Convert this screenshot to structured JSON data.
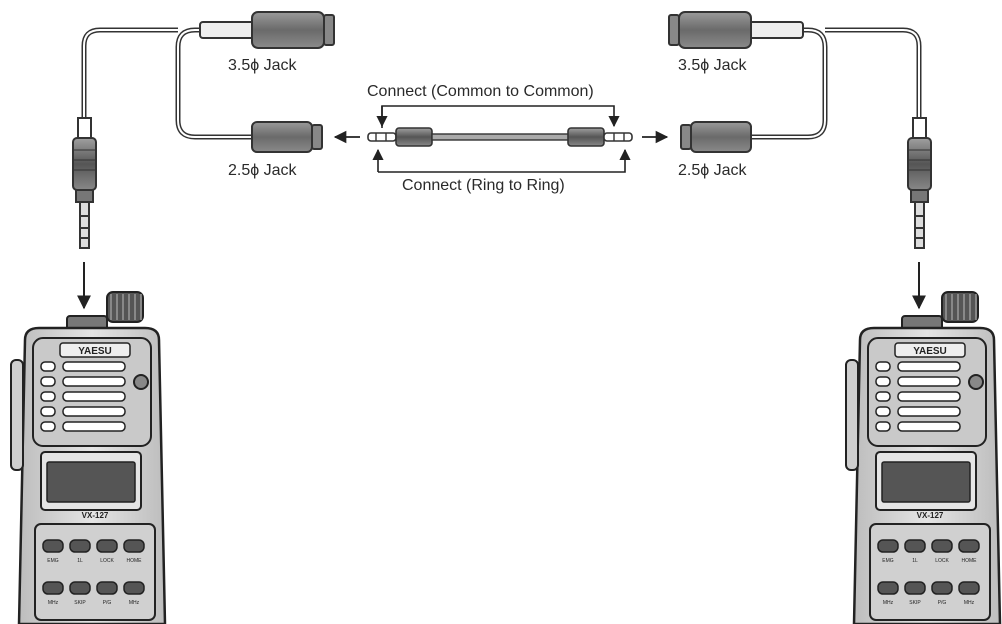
{
  "labels": {
    "jack35": "3.5ϕ Jack",
    "jack25": "2.5ϕ Jack",
    "connect_common": "Connect (Common to Common)",
    "connect_ring": "Connect (Ring to Ring)"
  },
  "radio": {
    "brand": "YAESU",
    "model": "VX-127",
    "key_labels": [
      "EMG",
      "1L",
      "LOCK",
      "HOME",
      "MHz",
      "SKIP",
      "P/G",
      "MHz"
    ]
  },
  "colors": {
    "line": "#333333",
    "radio_body": "#d9d9d9",
    "dark": "#3a3a3a"
  }
}
